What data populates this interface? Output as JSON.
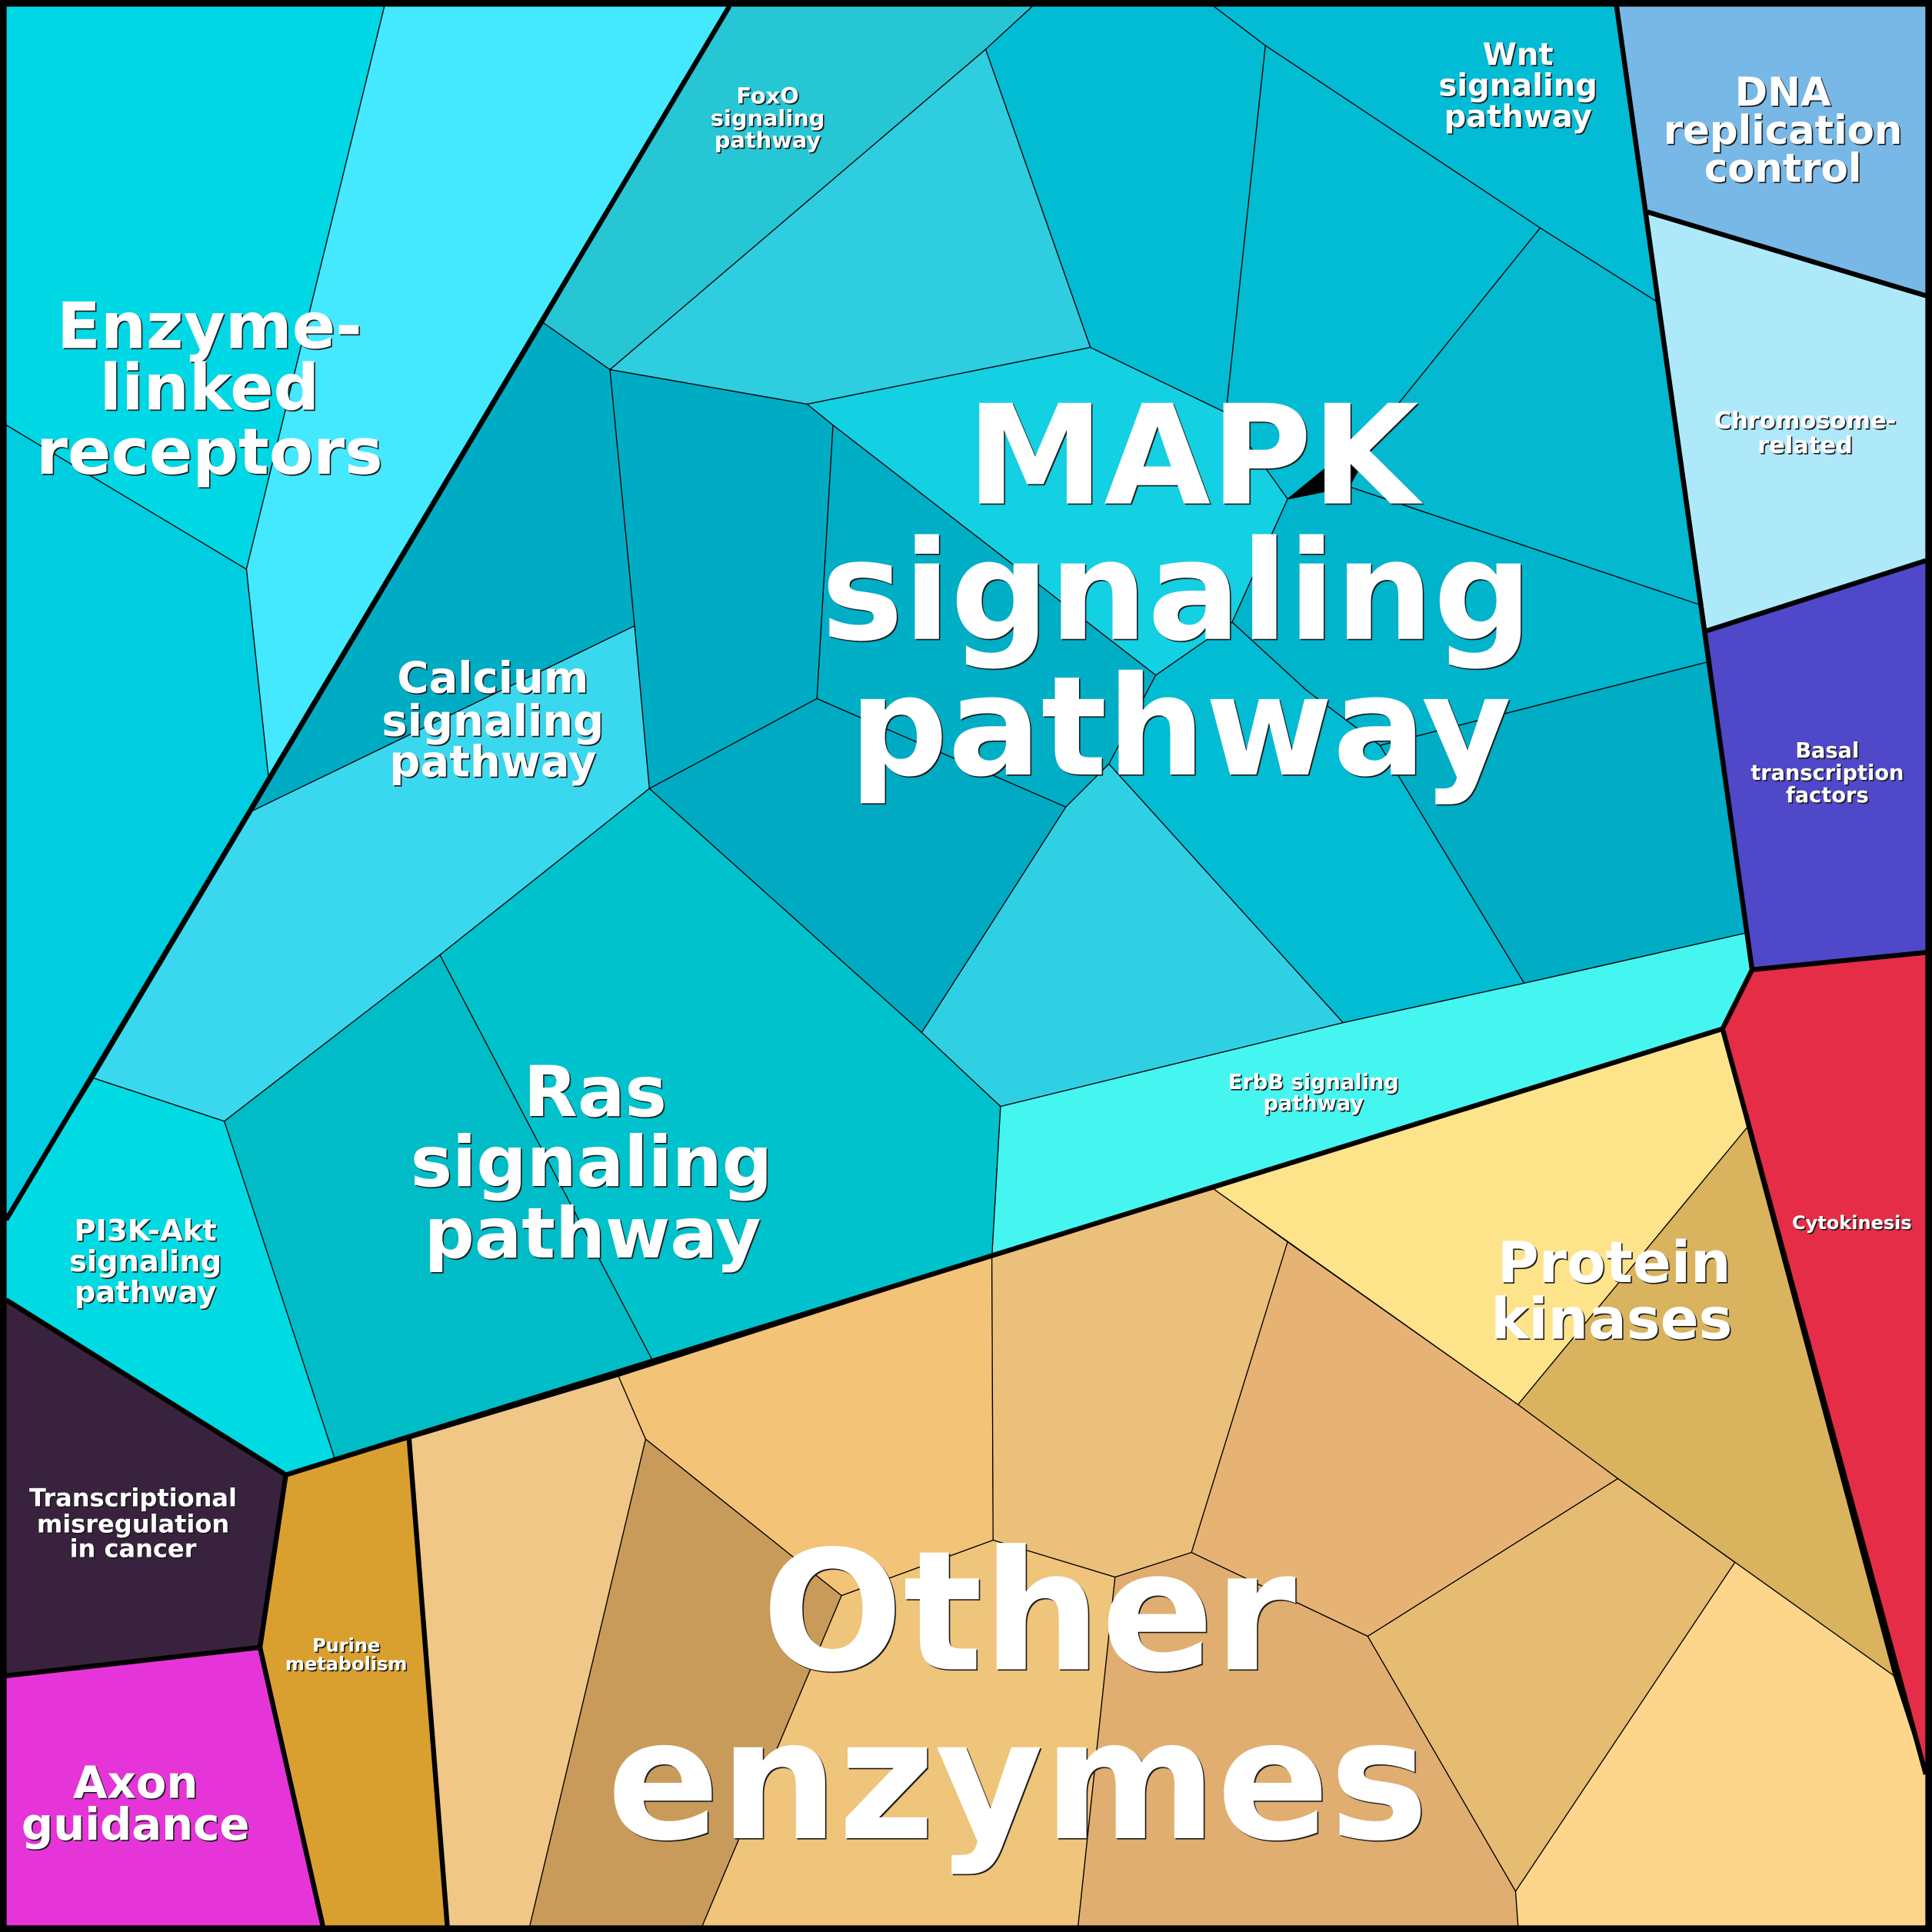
{
  "labels": {
    "enzyme_linked": [
      "Enzyme-",
      "linked",
      "receptors"
    ],
    "foxo": [
      "FoxO",
      "signaling",
      "pathway"
    ],
    "wnt": [
      "Wnt",
      "signaling",
      "pathway"
    ],
    "dna": [
      "DNA",
      "replication",
      "control"
    ],
    "mapk": [
      "MAPK",
      "signaling",
      "pathway"
    ],
    "chromosome": [
      "Chromosome-",
      "related"
    ],
    "calcium": [
      "Calcium",
      "signaling",
      "pathway"
    ],
    "basal": [
      "Basal",
      "transcription",
      "factors"
    ],
    "erbb": [
      "ErbB signaling",
      "pathway"
    ],
    "ras": [
      "Ras",
      "signaling",
      "pathway"
    ],
    "pi3k": [
      "PI3K-Akt",
      "signaling",
      "pathway"
    ],
    "cytokinesis": [
      "Cytokinesis"
    ],
    "protein_kinases": [
      "Protein",
      "kinases"
    ],
    "transcriptional": [
      "Transcriptional",
      "misregulation",
      "in cancer"
    ],
    "purine": [
      "Purine",
      "metabolism"
    ],
    "axon": [
      "Axon",
      "guidance"
    ],
    "other_enzymes": [
      "Other",
      "enzymes"
    ]
  },
  "colors": {
    "signaling_group": "#00bcd4",
    "other_enzymes_group": "#f0c787",
    "dna_replication": "#78b8e6",
    "chromosome": "#aee9fa",
    "basal": "#4f48c8",
    "cytokinesis": "#e52d47",
    "transcriptional": "#38223d",
    "purine": "#d9a030",
    "axon": "#e535d8"
  }
}
